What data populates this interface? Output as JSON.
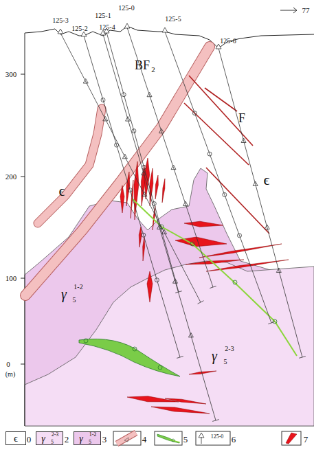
{
  "diagram": {
    "labels": [
      "125-3",
      "125-2",
      "125-4",
      "125-1",
      "125-0",
      "125-5",
      "125-6",
      "77",
      "300",
      "200",
      "100",
      "0",
      "(m)",
      "BF",
      "2",
      "F",
      "ϵ",
      "ϵ",
      "γ",
      "1-2",
      "5",
      "γ",
      "2-3",
      "5",
      "ϵ",
      "γ",
      "2-3",
      "5",
      "γ",
      "1-2",
      "5",
      "125-0"
    ],
    "legend": [
      {
        "text": "0",
        "color": "#ffffff"
      },
      {
        "text": "2",
        "color": "#f5ddf5"
      },
      {
        "text": "3",
        "color": "#ecc8ec"
      },
      {
        "text": "4"
      },
      {
        "text": "5"
      },
      {
        "text": "6"
      },
      {
        "text": "7"
      }
    ]
  }
}
